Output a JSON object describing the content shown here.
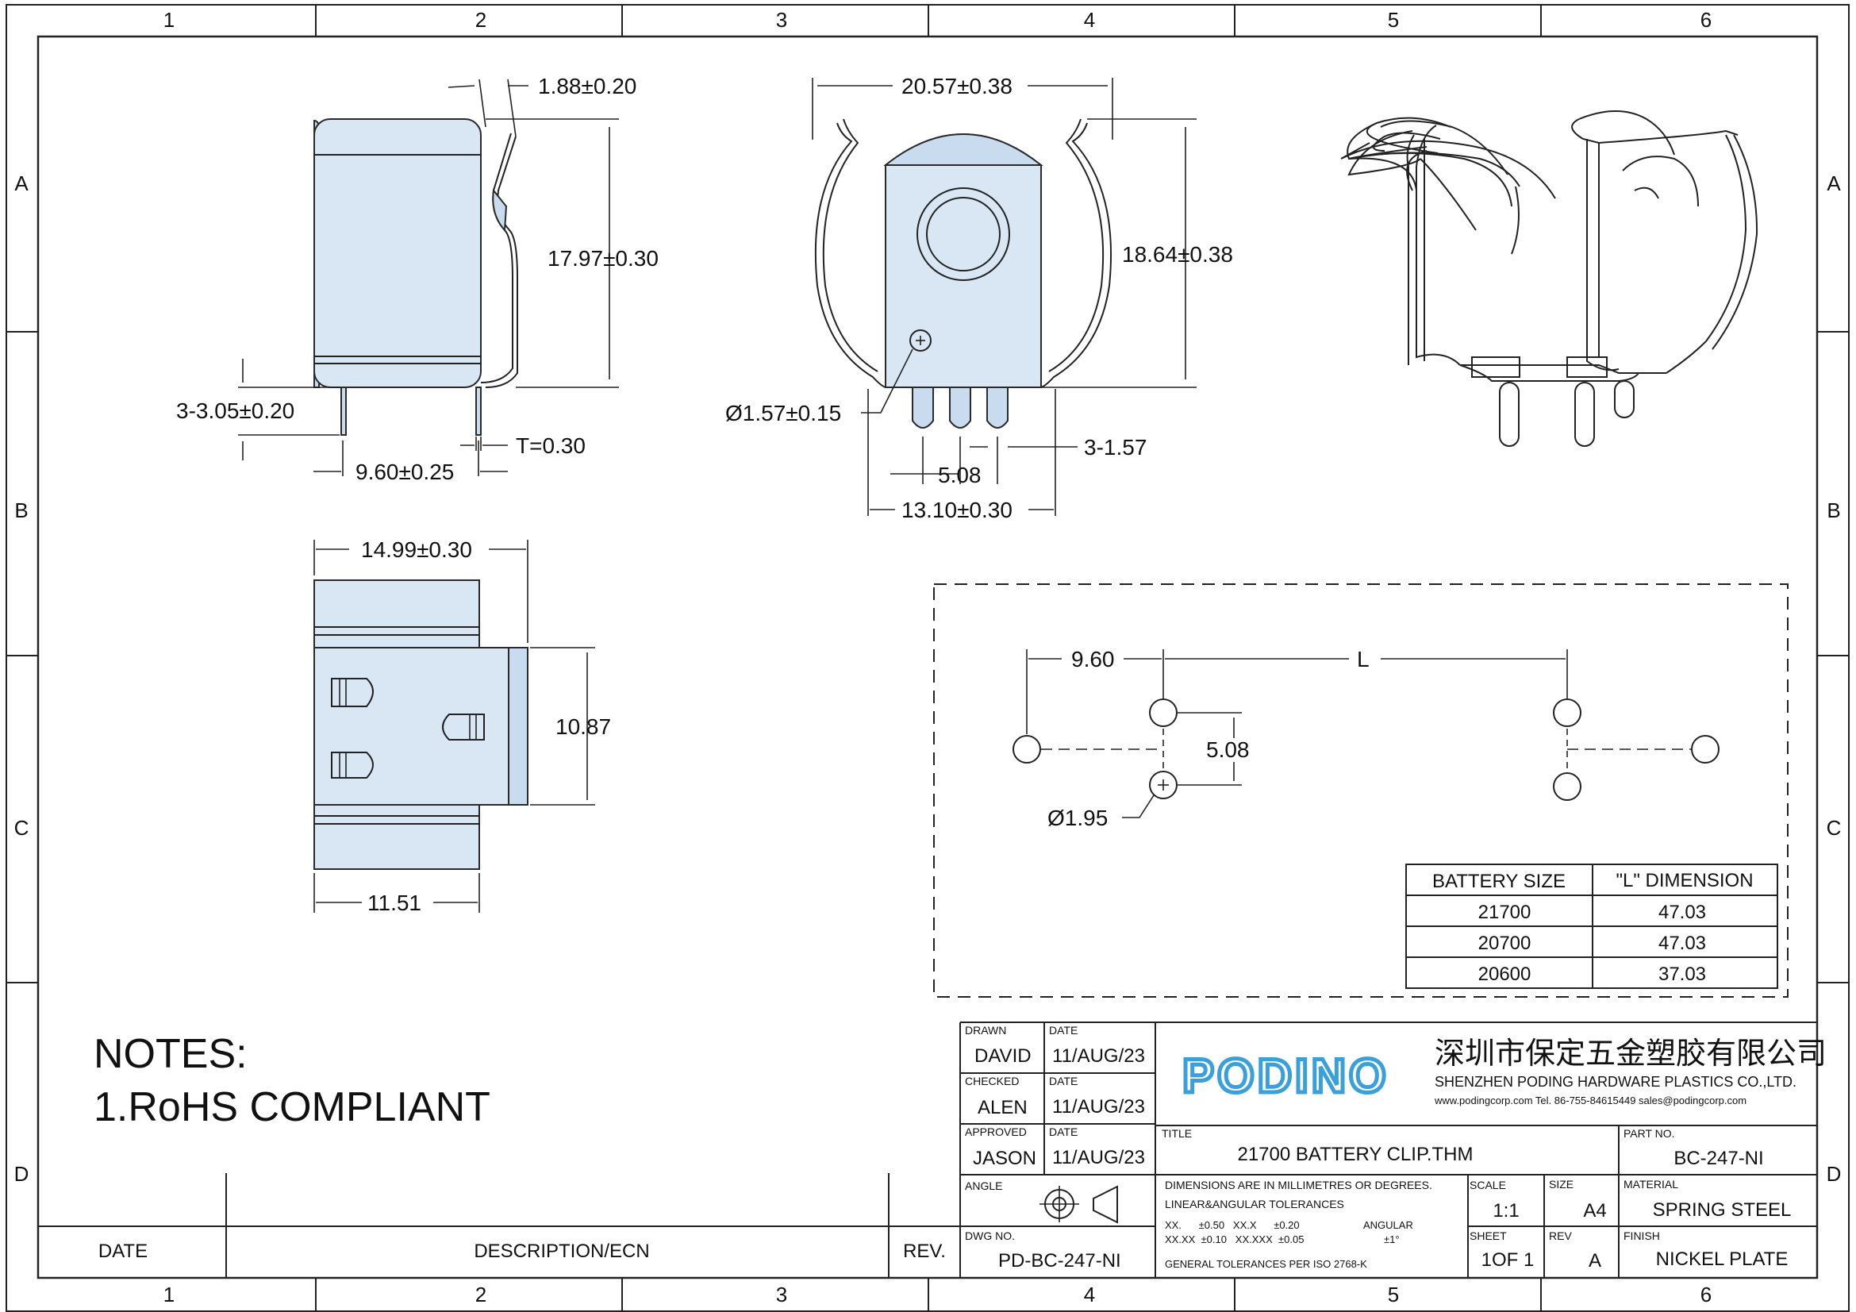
{
  "frame": {
    "columns": [
      "1",
      "2",
      "3",
      "4",
      "5",
      "6"
    ],
    "rows": [
      "A",
      "B",
      "C",
      "D"
    ]
  },
  "side_view": {
    "dims": {
      "thickness_top": "1.88±0.20",
      "height": "17.97±0.30",
      "pin_length": "3-3.05±0.20",
      "pin_pitch": "9.60±0.25",
      "t": "T=0.30"
    }
  },
  "front_view": {
    "dims": {
      "width": "20.57±0.38",
      "height": "18.64±0.38",
      "hole": "Ø1.57±0.15",
      "pin_width": "3-1.57",
      "pin_pitch": "5.08",
      "pin_span": "13.10±0.30"
    }
  },
  "top_view": {
    "dims": {
      "width": "14.99±0.30",
      "tab": "10.87",
      "bottom": "11.51"
    }
  },
  "pcb_layout": {
    "dims": {
      "a": "9.60",
      "l": "L",
      "pitch": "5.08",
      "hole": "Ø1.95"
    },
    "table": {
      "headers": [
        "BATTERY SIZE",
        "\"L\" DIMENSION"
      ],
      "rows": [
        [
          "21700",
          "47.03"
        ],
        [
          "20700",
          "47.03"
        ],
        [
          "20600",
          "37.03"
        ]
      ]
    }
  },
  "notes": {
    "title": "NOTES:",
    "line1": "1.RoHS COMPLIANT"
  },
  "revision_block": {
    "date": "DATE",
    "description": "DESCRIPTION/ECN",
    "rev": "REV."
  },
  "title_block": {
    "drawn_label": "DRAWN",
    "drawn": "DAVID",
    "drawn_date_label": "DATE",
    "drawn_date": "11/AUG/23",
    "checked_label": "CHECKED",
    "checked": "ALEN",
    "checked_date_label": "DATE",
    "checked_date": "11/AUG/23",
    "approved_label": "APPROVED",
    "approved": "JASON",
    "approved_date_label": "DATE",
    "approved_date": "11/AUG/23",
    "angle_label": "ANGLE",
    "dwg_label": "DWG NO.",
    "dwg": "PD-BC-247-NI",
    "logo": "PODINO",
    "company_cn": "深圳市保定五金塑胶有限公司",
    "company_en": "SHENZHEN PODING HARDWARE PLASTICS CO.,LTD.",
    "company_contact": "www.podingcorp.com   Tel. 86-755-84615449   sales@podingcorp.com",
    "title_label": "TITLE",
    "title": "21700 BATTERY CLIP.THM",
    "part_label": "PART NO.",
    "part": "BC-247-NI",
    "tol1": "DIMENSIONS ARE IN MILLIMETRES OR DEGREES.",
    "tol2": "LINEAR&ANGULAR TOLERANCES",
    "tol3": "XX.      ±0.50   XX.X      ±0.20",
    "tol4": "XX.XX  ±0.10   XX.XXX  ±0.05",
    "tol_ang": "ANGULAR",
    "tol_ang_v": "±1°",
    "tol5": "GENERAL TOLERANCES PER ISO 2768-K",
    "scale_label": "SCALE",
    "scale": "1:1",
    "size_label": "SIZE",
    "size": "A4",
    "material_label": "MATERIAL",
    "material": "SPRING STEEL",
    "sheet_label": "SHEET",
    "sheet": "1OF 1",
    "rev_label": "REV",
    "rev": "A",
    "finish_label": "FINISH",
    "finish": "NICKEL PLATE"
  }
}
